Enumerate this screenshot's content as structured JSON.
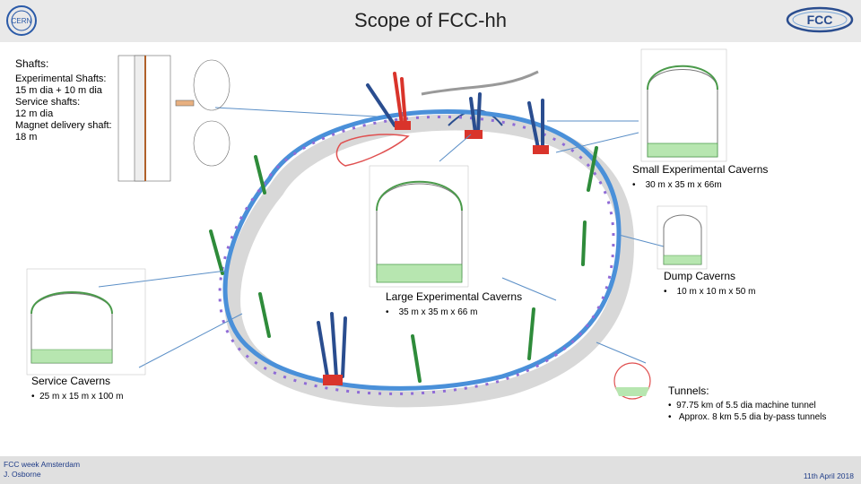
{
  "header": {
    "title": "Scope of FCC-hh",
    "logo_left": "CERN",
    "logo_right": "FCC"
  },
  "shafts": {
    "heading": "Shafts:",
    "lines": [
      "Experimental Shafts:",
      "15 m dia + 10 m dia",
      "Service shafts:",
      "12 m dia",
      "Magnet delivery shaft:",
      "18 m"
    ]
  },
  "small_caverns": {
    "heading": "Small Experimental Caverns",
    "bullet": "30 m x 35 m x 66m"
  },
  "dump_caverns": {
    "heading": "Dump Caverns",
    "bullet": "10 m x 10 m x 50 m"
  },
  "large_caverns": {
    "heading": "Large Experimental Caverns",
    "bullet": "35 m x 35 m x 66 m"
  },
  "service_caverns": {
    "heading": "Service Caverns",
    "bullet": "25 m x 15 m x 100 m"
  },
  "tunnels": {
    "heading": "Tunnels:",
    "bullets": [
      "97.75 km of 5.5 dia machine tunnel",
      "Approx. 8 km 5.5 dia by-pass tunnels"
    ]
  },
  "footer": {
    "line1": "FCC week Amsterdam",
    "line2": "J. Osborne",
    "date": "11th April 2018"
  },
  "colors": {
    "tunnel": "#4a90d9",
    "shaft_green": "#2e8b3a",
    "shaft_blue": "#2a4d8f",
    "cavern_red": "#d9342b",
    "bypass_red": "#e05050",
    "arrow": "#5b8fc7"
  }
}
